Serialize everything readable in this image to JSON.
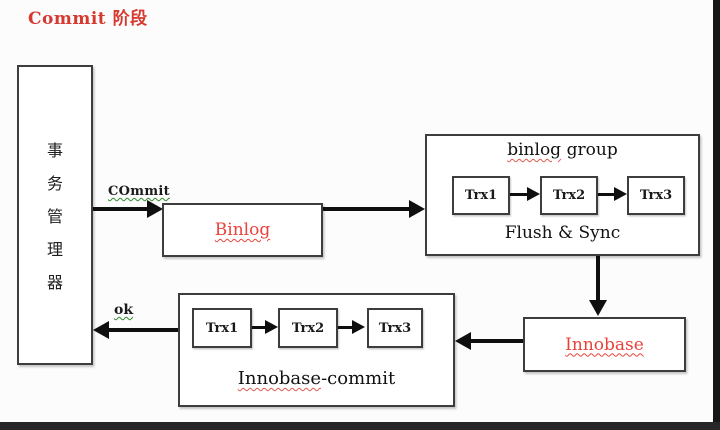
{
  "title": "Commit 阶段",
  "colors": {
    "accent_red": "#d6392f",
    "label_red": "#e8433b",
    "underline_green": "#2e8b2e",
    "box_border": "#3d3d3d",
    "arrow": "#0f0f0f",
    "bg": "#fcfcfc"
  },
  "transaction_manager": {
    "label": "事务管理器",
    "chars": [
      "事",
      "务",
      "管",
      "理",
      "器"
    ]
  },
  "commit_arrow_label": "COmmit",
  "ok_arrow_label": "ok",
  "binlog": {
    "label": "Binlog"
  },
  "binlog_group": {
    "title_word1": "binlog",
    "title_word2": "group",
    "trx": [
      "Trx1",
      "Trx2",
      "Trx3"
    ],
    "footer": "Flush & Sync"
  },
  "innobase": {
    "label": "Innobase"
  },
  "innobase_commit": {
    "trx": [
      "Trx1",
      "Trx2",
      "Trx3"
    ],
    "label_word1": "Innobase",
    "label_word2": "-commit"
  }
}
